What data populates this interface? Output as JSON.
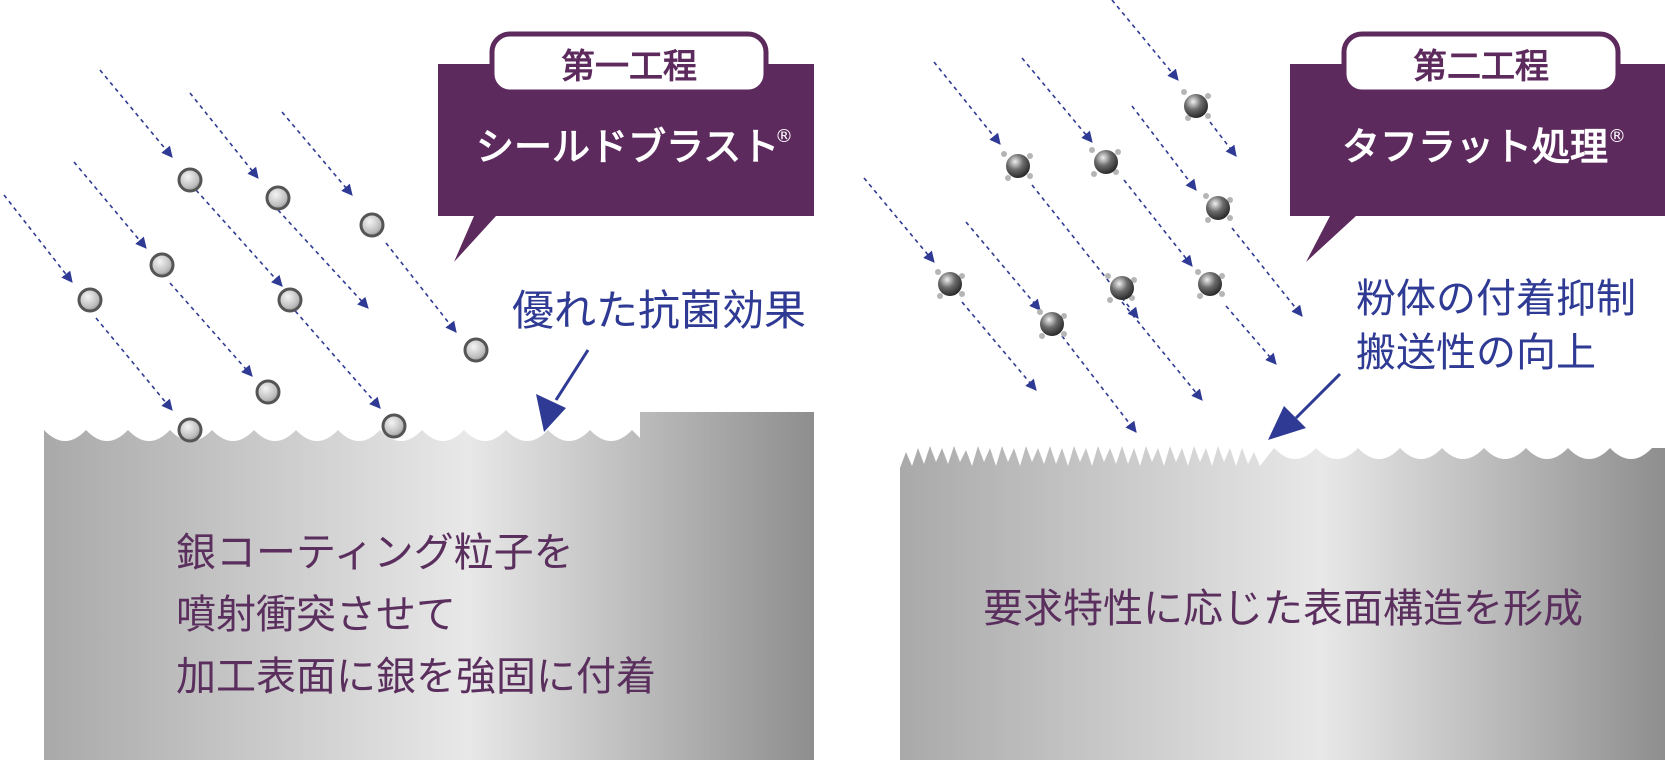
{
  "colors": {
    "purple": "#5d2a5d",
    "navy": "#2e3a93",
    "caption_text": "#5a2f5e",
    "white": "#ffffff"
  },
  "step1": {
    "badge": "第一工程",
    "title": "シールドブラスト",
    "registered": "®",
    "effect": "優れた抗菌効果",
    "description": [
      "銀コーティング粒子を",
      "噴射衝突させて",
      "加工表面に銀を強固に付着"
    ]
  },
  "step2": {
    "badge": "第二工程",
    "title": "タフラット処理",
    "registered": "®",
    "effect": [
      "粉体の付着抑制",
      "搬送性の向上"
    ],
    "description": "要求特性に応じた表面構造を形成"
  }
}
